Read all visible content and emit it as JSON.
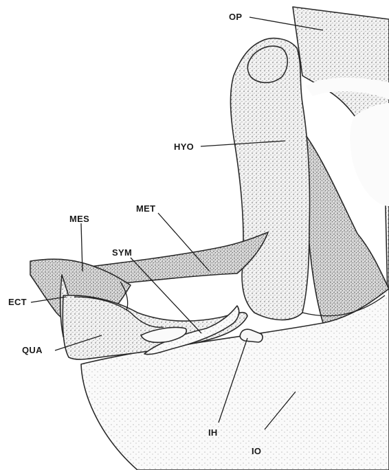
{
  "labels": {
    "op": "OP",
    "hyo": "HYO",
    "met": "MET",
    "mes": "MES",
    "sym": "SYM",
    "ect": "ECT",
    "qua": "QUA",
    "ih": "IH",
    "io": "IO"
  },
  "colors": {
    "ink": "#1c1c1c",
    "background": "#ffffff",
    "stipple_light": "#ededed",
    "stipple_dark": "#d4d4d4"
  }
}
